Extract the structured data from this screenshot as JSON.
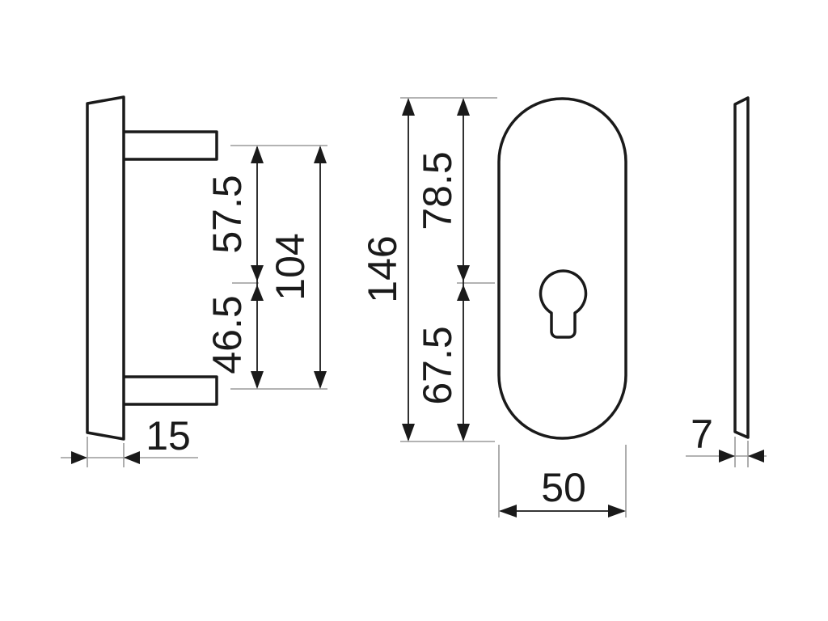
{
  "dimensions": {
    "rosette_depth": "15",
    "upper_offset": "57.5",
    "lower_offset": "46.5",
    "screw_spacing": "104",
    "plate_height": "146",
    "upper_to_keyhole": "78.5",
    "keyhole_to_bottom": "67.5",
    "plate_width": "50",
    "plate_thickness": "7"
  },
  "colors": {
    "outline": "#1a1a1a",
    "extension": "#9a9a9a",
    "background": "#ffffff"
  }
}
